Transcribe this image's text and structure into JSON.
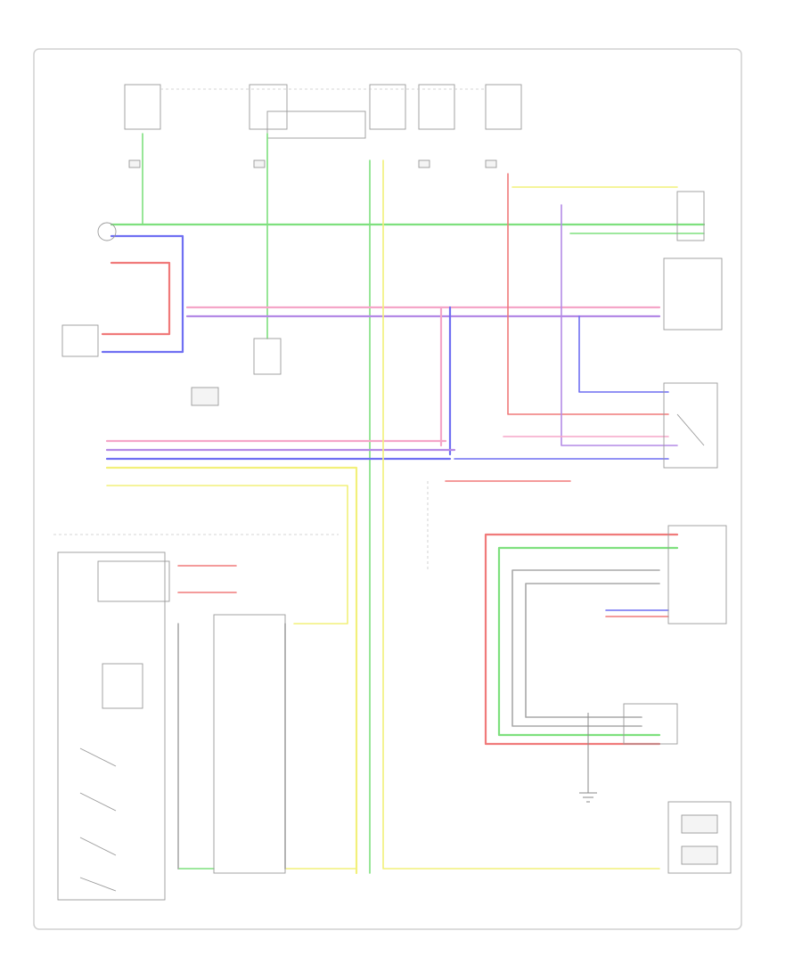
{
  "diagram": {
    "footer_note": "",
    "colors": {
      "green": "#7ee07e",
      "blue": "#6f6ff2",
      "red": "#f07a7a",
      "pink": "#f5a6c8",
      "yellow": "#f2f07a",
      "purple": "#b48ae6",
      "orange": "#f5b06a",
      "gray": "#a8a8a8"
    },
    "components": [
      {
        "id": "fuse1",
        "label": ""
      },
      {
        "id": "fuse2",
        "label": ""
      },
      {
        "id": "fuse3",
        "label": ""
      },
      {
        "id": "fuse4",
        "label": ""
      },
      {
        "id": "fuse5",
        "label": ""
      },
      {
        "id": "left-module",
        "label": ""
      },
      {
        "id": "relay-mid",
        "label": ""
      },
      {
        "id": "right-sensor",
        "label": ""
      },
      {
        "id": "right-unit",
        "label": ""
      },
      {
        "id": "switch-block",
        "label": ""
      },
      {
        "id": "control-module",
        "label": ""
      },
      {
        "id": "ecm-connector",
        "label": ""
      },
      {
        "id": "ground-bottom",
        "label": ""
      },
      {
        "id": "right-relay-box",
        "label": ""
      }
    ]
  }
}
